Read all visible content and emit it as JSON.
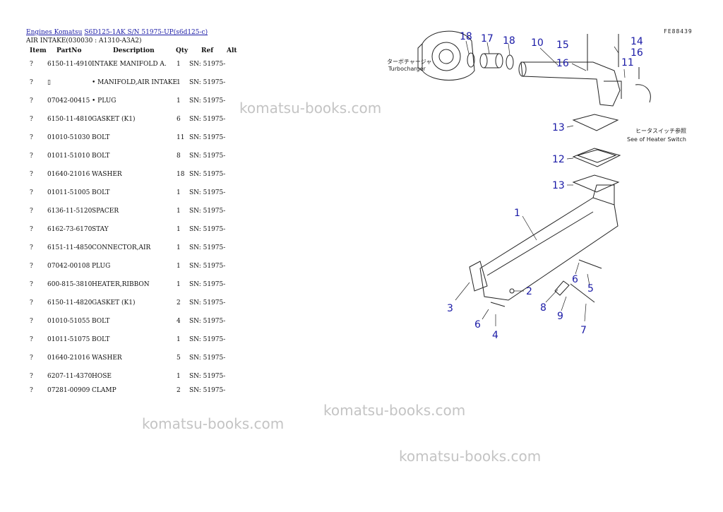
{
  "breadcrumb": {
    "link1": "Engines Komatsu",
    "link2": "S6D125-1AK S/N 51975-UP(s6d125-c)"
  },
  "section_title": "AIR INTAKE(030030 : A1310-A3A2)",
  "table": {
    "headers": {
      "item": "Item",
      "partno": "PartNo",
      "description": "Description",
      "qty": "Qty",
      "ref": "Ref",
      "alt": "Alt"
    },
    "rows": [
      {
        "item": "?",
        "partno": "6150-11-4910",
        "description": "INTAKE MANIFOLD A.",
        "qty": "1",
        "ref": "SN: 51975-"
      },
      {
        "item": "?",
        "partno": "▯",
        "description": "• MANIFOLD,AIR INTAKE",
        "qty": "1",
        "ref": "SN: 51975-"
      },
      {
        "item": "?",
        "partno": "07042-00415",
        "description": "• PLUG",
        "qty": "1",
        "ref": "SN: 51975-"
      },
      {
        "item": "?",
        "partno": "6150-11-4810",
        "description": "GASKET (K1)",
        "qty": "6",
        "ref": "SN: 51975-"
      },
      {
        "item": "?",
        "partno": "01010-51030",
        "description": "BOLT",
        "qty": "11",
        "ref": "SN: 51975-"
      },
      {
        "item": "?",
        "partno": "01011-51010",
        "description": "BOLT",
        "qty": "8",
        "ref": "SN: 51975-"
      },
      {
        "item": "?",
        "partno": "01640-21016",
        "description": "WASHER",
        "qty": "18",
        "ref": "SN: 51975-"
      },
      {
        "item": "?",
        "partno": "01011-51005",
        "description": "BOLT",
        "qty": "1",
        "ref": "SN: 51975-"
      },
      {
        "item": "?",
        "partno": "6136-11-5120",
        "description": "SPACER",
        "qty": "1",
        "ref": "SN: 51975-"
      },
      {
        "item": "?",
        "partno": "6162-73-6170",
        "description": "STAY",
        "qty": "1",
        "ref": "SN: 51975-"
      },
      {
        "item": "?",
        "partno": "6151-11-4850",
        "description": "CONNECTOR,AIR",
        "qty": "1",
        "ref": "SN: 51975-"
      },
      {
        "item": "?",
        "partno": "07042-00108",
        "description": "PLUG",
        "qty": "1",
        "ref": "SN: 51975-"
      },
      {
        "item": "?",
        "partno": "600-815-3810",
        "description": "HEATER,RIBBON",
        "qty": "1",
        "ref": "SN: 51975-"
      },
      {
        "item": "?",
        "partno": "6150-11-4820",
        "description": "GASKET (K1)",
        "qty": "2",
        "ref": "SN: 51975-"
      },
      {
        "item": "?",
        "partno": "01010-51055",
        "description": "BOLT",
        "qty": "4",
        "ref": "SN: 51975-"
      },
      {
        "item": "?",
        "partno": "01011-51075",
        "description": "BOLT",
        "qty": "1",
        "ref": "SN: 51975-"
      },
      {
        "item": "?",
        "partno": "01640-21016",
        "description": "WASHER",
        "qty": "5",
        "ref": "SN: 51975-"
      },
      {
        "item": "?",
        "partno": "6207-11-4370",
        "description": "HOSE",
        "qty": "1",
        "ref": "SN: 51975-"
      },
      {
        "item": "?",
        "partno": "07281-00909",
        "description": "CLAMP",
        "qty": "2",
        "ref": "SN: 51975-"
      }
    ]
  },
  "watermarks": [
    "komatsu-books.com",
    "komatsu-books.com",
    "komatsu-books.com",
    "komatsu-books.com"
  ],
  "diagram": {
    "figure_code": "FE88439",
    "note_turbo_jp": "ターボチャージャ",
    "note_turbo_en": "Turbocharger",
    "note_heater_jp": "ヒータスイッチ参照",
    "note_heater_en": "See of Heater Switch",
    "callouts": [
      "18",
      "17",
      "18",
      "10",
      "15",
      "14",
      "16",
      "16",
      "11",
      "13",
      "12",
      "13",
      "1",
      "6",
      "5",
      "3",
      "2",
      "8",
      "9",
      "7",
      "6",
      "4"
    ]
  },
  "colors": {
    "callout": "#1a1aa6",
    "link": "#1a1aa6",
    "watermark": "#c4c4c4"
  }
}
